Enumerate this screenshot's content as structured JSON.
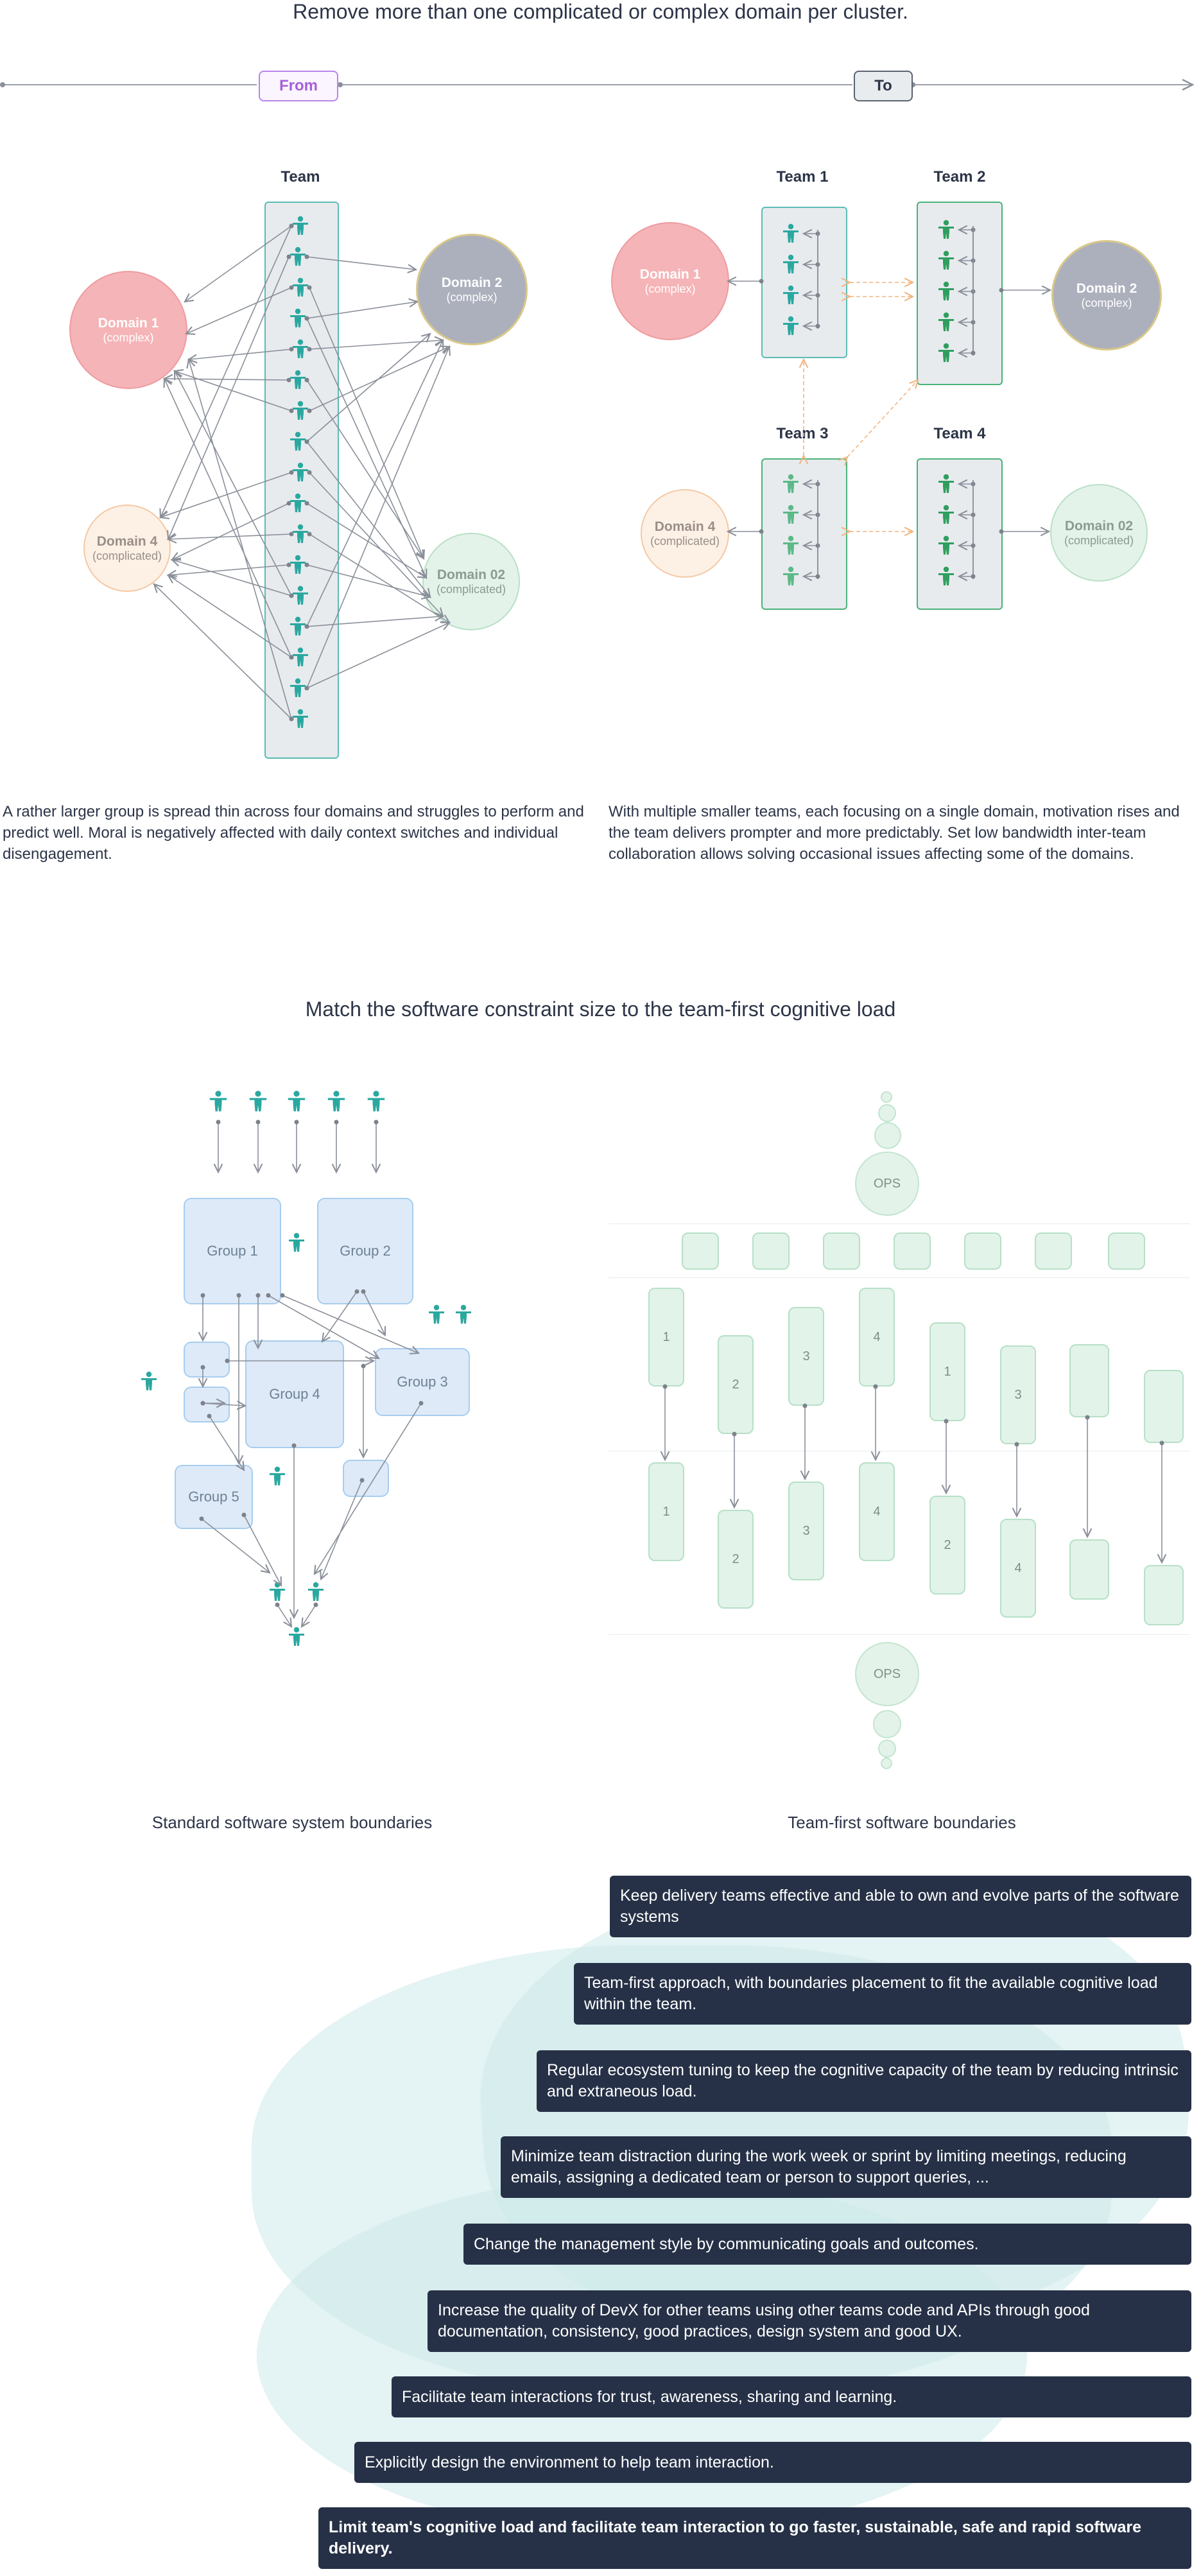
{
  "section1": {
    "title": "Remove more than one complicated or complex domain per cluster.",
    "from_label": "From",
    "to_label": "To",
    "left": {
      "team_label": "Team",
      "domains": [
        {
          "name": "Domain 1",
          "type": "(complex)"
        },
        {
          "name": "Domain 2",
          "type": "(complex)"
        },
        {
          "name": "Domain 4",
          "type": "(complicated)"
        },
        {
          "name": "Domain 02",
          "type": "(complicated)"
        }
      ],
      "description": "A rather larger group is spread thin across four domains and struggles to perform and predict well. Moral is negatively affected with daily context switches and individual disengagement."
    },
    "right": {
      "teams": [
        "Team 1",
        "Team 2",
        "Team 3",
        "Team 4"
      ],
      "domains": [
        {
          "name": "Domain 1",
          "type": "(complex)"
        },
        {
          "name": "Domain 2",
          "type": "(complex)"
        },
        {
          "name": "Domain 4",
          "type": "(complicated)"
        },
        {
          "name": "Domain 02",
          "type": "(complicated)"
        }
      ],
      "description": "With multiple smaller teams, each focusing on a single domain, motivation rises and the team delivers prompter and more predictably. Set low bandwidth inter-team collaboration allows solving occasional issues affecting some of the domains."
    }
  },
  "section2": {
    "title": "Match the software constraint size to the team-first cognitive load",
    "left": {
      "groups": [
        "Group 1",
        "Group 2",
        "Group 3",
        "Group 4",
        "Group 5"
      ],
      "caption": "Standard software system boundaries"
    },
    "right": {
      "ops_top": "OPS",
      "ops_bottom": "OPS",
      "upper_boxes": [
        "1",
        "2",
        "3",
        "4",
        "1",
        "3",
        "",
        ""
      ],
      "lower_boxes": [
        "1",
        "2",
        "3",
        "4",
        "2",
        "4",
        "",
        ""
      ],
      "caption": "Team-first software boundaries"
    }
  },
  "section3": {
    "items": [
      "Keep delivery teams effective and able to own and evolve parts of the software systems",
      "Team-first approach, with boundaries placement to fit the available cognitive load within the team.",
      "Regular ecosystem tuning to keep the cognitive capacity of the team by reducing intrinsic and extraneous load.",
      "Minimize team distraction during the work week or sprint by limiting meetings, reducing emails, assigning a dedicated team or person to support queries, ...",
      "Change the management style by communicating goals and outcomes.",
      "Increase the quality of DevX for other teams using other teams code and APIs through good documentation, consistency, good practices, design system and good UX.",
      "Facilitate team interactions for trust, awareness, sharing and learning.",
      "Explicitly design the environment to help team interaction.",
      "Limit team's cognitive load and facilitate team interaction to go faster, sustainable, safe and rapid software delivery."
    ]
  },
  "colors": {
    "dark_bar": "#263147",
    "teal_person": "#2aa8a0",
    "green_person": "#2f9e5e",
    "group_blue": "#deeaf8",
    "from_purple": "#a560d8"
  }
}
